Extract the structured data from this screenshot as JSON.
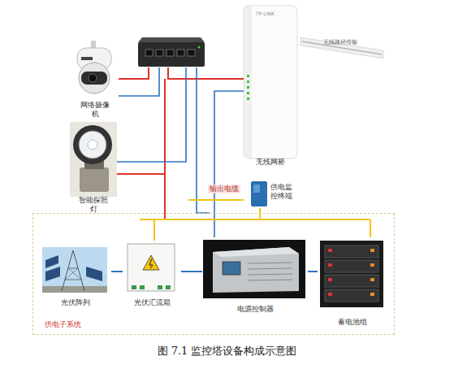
{
  "diagram": {
    "caption": "图 7.1 监控塔设备构成示意图",
    "nodes": [
      {
        "text": [
          "网络摄像机"
        ]
      },
      {
        "text": [
          "无线网桥"
        ]
      },
      {
        "text": [
          "智能探照灯"
        ]
      },
      {
        "text": [
          "供电监控终端"
        ]
      },
      {
        "text": [
          "供电子系统"
        ]
      },
      {
        "text": [
          "光伏阵列"
        ],
        "in": 4
      },
      {
        "text": [
          "光伏汇流箱"
        ],
        "in": 4
      },
      {
        "text": [
          "电源控制器"
        ],
        "in": 4
      },
      {
        "text": [
          "蓄电池组"
        ],
        "in": 4
      }
    ],
    "edges": [
      {
        "from": 5,
        "to": 6,
        "arrow": "none"
      },
      {
        "from": 6,
        "to": 7,
        "arrow": "none"
      },
      {
        "from": 7,
        "to": 8,
        "arrow": "none"
      }
    ],
    "labels": [
      "TP-LINK",
      "无线路径传输",
      "输出电缆"
    ]
  }
}
